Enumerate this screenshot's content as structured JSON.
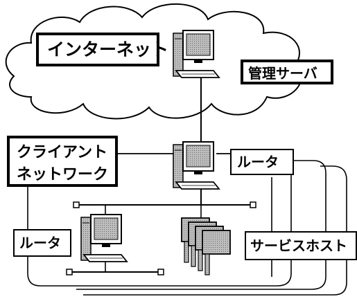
{
  "labels": {
    "internet": "インターネット",
    "mgmt_server": "管理サーバ",
    "client_net_line1": "クライアント",
    "client_net_line2": "ネットワーク",
    "router_top": "ルータ",
    "router_left": "ルータ",
    "service_host": "サービスホスト"
  },
  "icons": {
    "computer": "desktop-computer-icon",
    "server_stack": "server-stack-icon",
    "cloud": "cloud-shape"
  },
  "colors": {
    "line": "#000000",
    "monitor_fill": "#9a9a9a",
    "background": "#ffffff"
  }
}
